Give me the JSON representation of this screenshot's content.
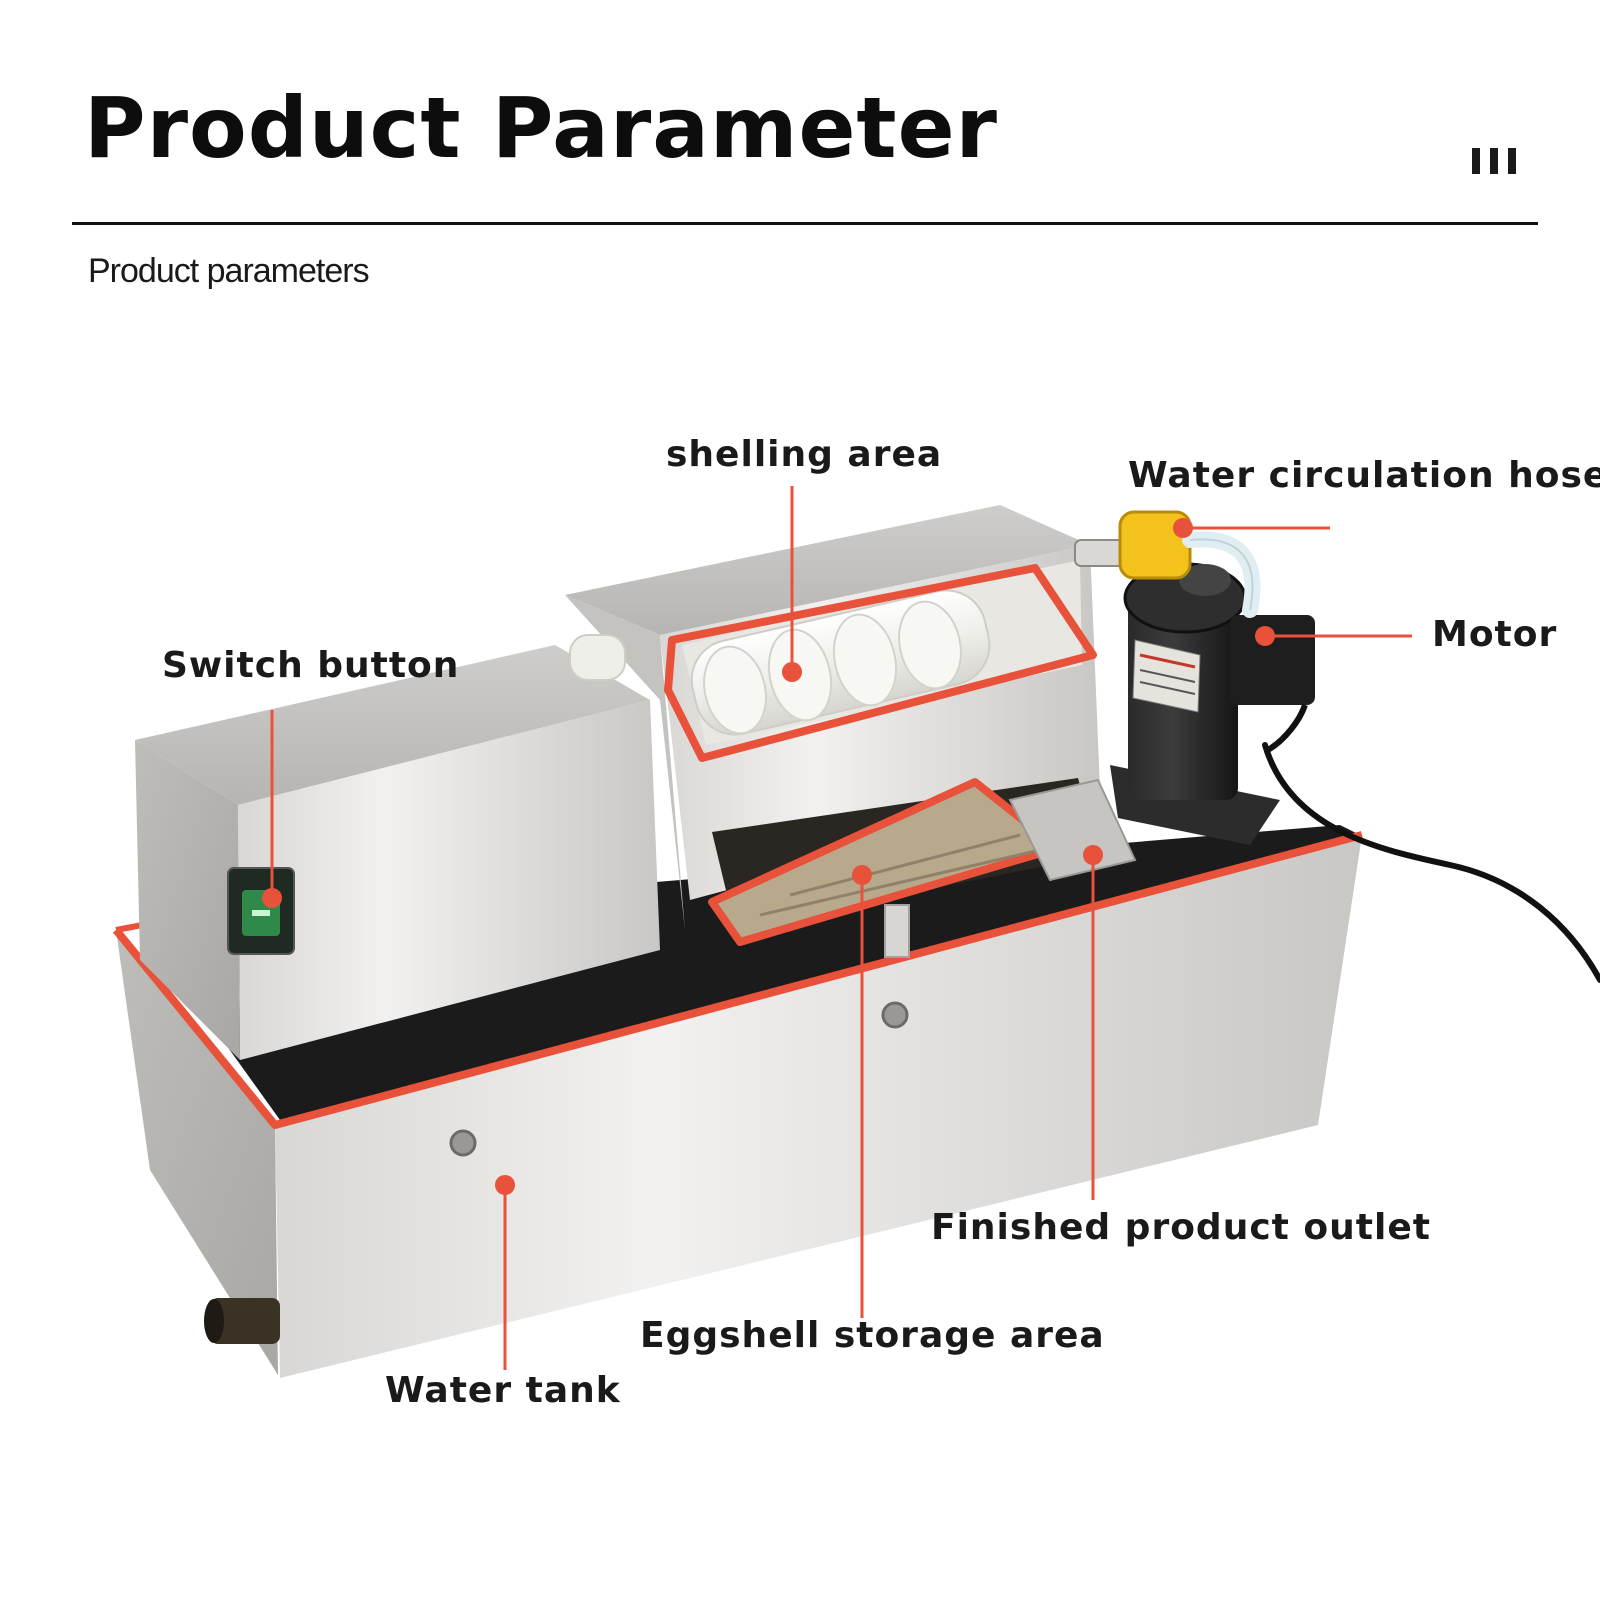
{
  "header": {
    "title": "Product Parameter",
    "subtitle": "Product parameters"
  },
  "diagram": {
    "subject": "egg-shelling-machine",
    "accent_color": "#e8513a",
    "callouts": [
      {
        "id": "shelling-area",
        "label": "shelling area"
      },
      {
        "id": "water-circulation-hose",
        "label": "Water circulation hose"
      },
      {
        "id": "motor",
        "label": "Motor"
      },
      {
        "id": "switch-button",
        "label": "Switch button"
      },
      {
        "id": "finished-product-outlet",
        "label": "Finished product outlet"
      },
      {
        "id": "eggshell-storage-area",
        "label": "Eggshell storage area"
      },
      {
        "id": "water-tank",
        "label": "Water tank"
      }
    ]
  }
}
